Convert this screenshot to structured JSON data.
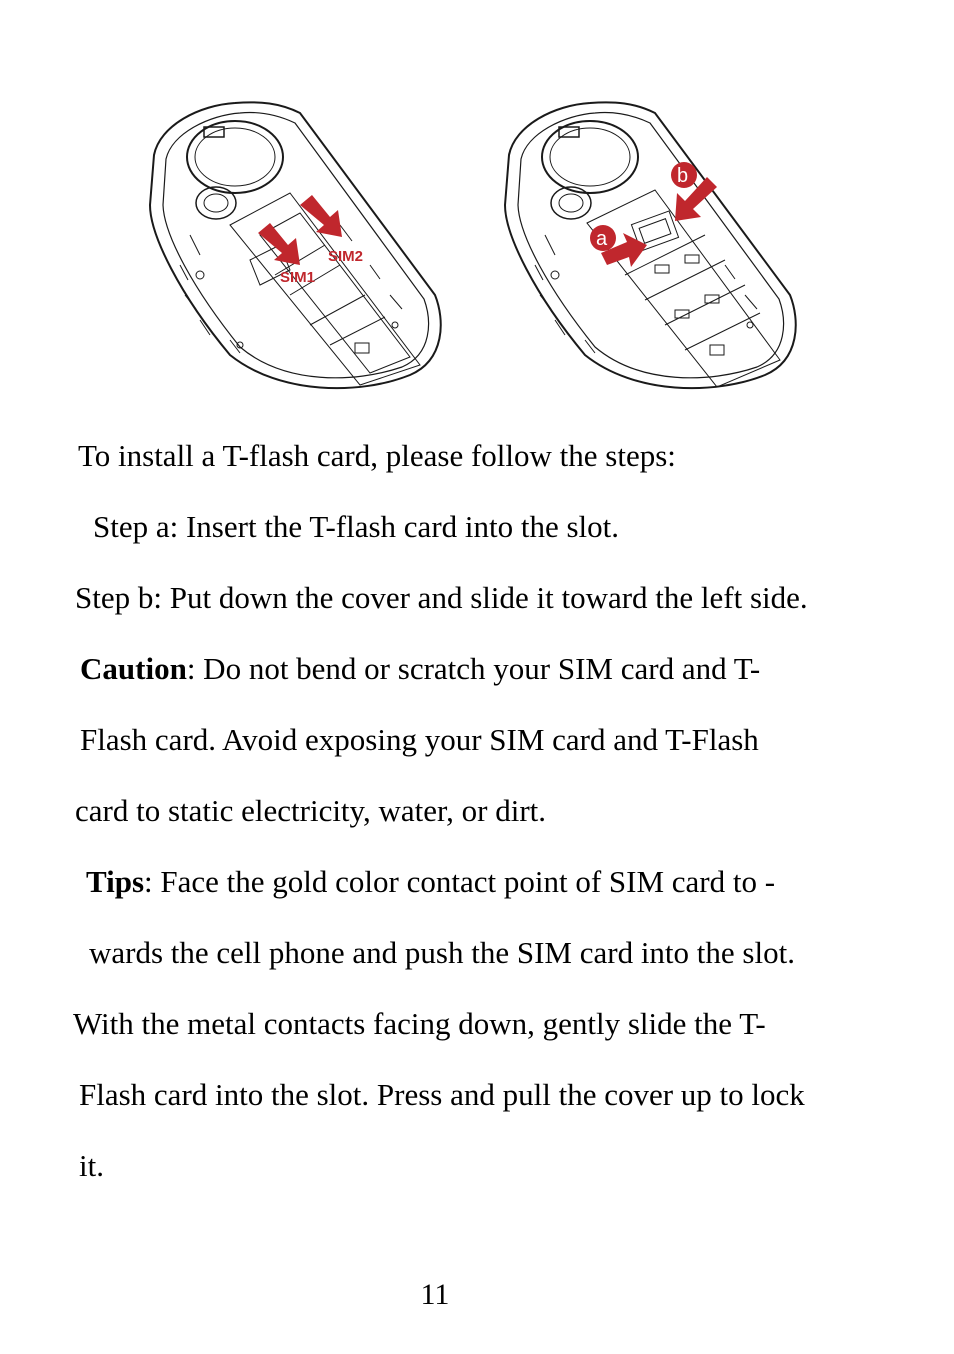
{
  "figures": {
    "left": {
      "sim1_label": "SIM1",
      "sim2_label": "SIM2"
    },
    "right": {
      "step_a_badge": "a",
      "step_b_badge": "b"
    },
    "colors": {
      "arrow": "#c0272d",
      "outline": "#1a1a1a"
    }
  },
  "body": {
    "intro": "To install a T-flash card, please follow the steps:",
    "step_a": "Step a: Insert the T-flash card into the slot.",
    "step_b": "Step b: Put down the cover and slide it toward the left side.",
    "caution_label": "Caution",
    "caution_line1": ": Do not bend or scratch your SIM card and T-",
    "caution_line2": "Flash card. Avoid exposing your SIM card and T-Flash",
    "caution_line3": "card to static electricity, water, or dirt.",
    "tips_label": "Tips",
    "tips_line1": ": Face the gold color contact point of SIM card to -",
    "tips_line2": "wards the cell phone and push the SIM card into the slot.",
    "tips_line3": "With the metal contacts facing down, gently slide the T-",
    "tips_line4": "Flash card into the slot. Press and pull the cover up to lock",
    "tips_line5": "it."
  },
  "page_number": "11"
}
